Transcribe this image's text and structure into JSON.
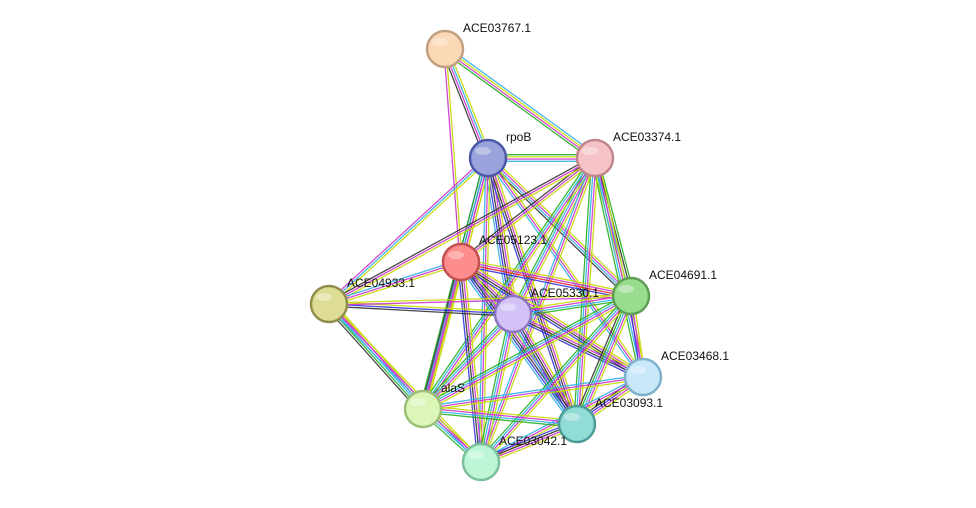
{
  "network": {
    "nodes": [
      {
        "id": "ACE03767.1",
        "label": "ACE03767.1",
        "fill": "#fbd8b6",
        "stroke": "#c0a080"
      },
      {
        "id": "rpoB",
        "label": "rpoB",
        "fill": "#9aa3dc",
        "stroke": "#4b57a8"
      },
      {
        "id": "ACE03374.1",
        "label": "ACE03374.1",
        "fill": "#f6c4c8",
        "stroke": "#c0868b"
      },
      {
        "id": "ACE05123.1",
        "label": "ACE05123.1",
        "fill": "#fd8c8c",
        "stroke": "#c25050"
      },
      {
        "id": "ACE04933.1",
        "label": "ACE04933.1",
        "fill": "#dedd96",
        "stroke": "#8f8e4a"
      },
      {
        "id": "ACE05330.1",
        "label": "ACE05330.1",
        "fill": "#d2c2f6",
        "stroke": "#8a76c0"
      },
      {
        "id": "ACE04691.1",
        "label": "ACE04691.1",
        "fill": "#98dc8e",
        "stroke": "#5ea053"
      },
      {
        "id": "ACE03468.1",
        "label": "ACE03468.1",
        "fill": "#c8e8fa",
        "stroke": "#7fb0cc"
      },
      {
        "id": "alaS",
        "label": "alaS",
        "fill": "#dcf6b8",
        "stroke": "#9cc07a"
      },
      {
        "id": "ACE03093.1",
        "label": "ACE03093.1",
        "fill": "#92dcd6",
        "stroke": "#4e9c96"
      },
      {
        "id": "ACE03042.1",
        "label": "ACE03042.1",
        "fill": "#bdf6d6",
        "stroke": "#7bc09c"
      }
    ],
    "edges": [
      {
        "a": "ACE03767.1",
        "b": "rpoB",
        "colors": [
          "#c8d800",
          "#30b0e8",
          "#cc33cc",
          "#333333"
        ]
      },
      {
        "a": "ACE03767.1",
        "b": "ACE03374.1",
        "colors": [
          "#30b0e8",
          "#c8d800",
          "#cc33cc",
          "#22b022"
        ]
      },
      {
        "a": "ACE03767.1",
        "b": "ACE05123.1",
        "colors": [
          "#c8d800",
          "#cc33cc"
        ]
      },
      {
        "a": "rpoB",
        "b": "ACE03374.1",
        "colors": [
          "#22b022",
          "#c8d800",
          "#cc33cc",
          "#30b0e8"
        ]
      },
      {
        "a": "rpoB",
        "b": "ACE05123.1",
        "colors": [
          "#c8d800",
          "#cc33cc",
          "#333333",
          "#3030dd"
        ]
      },
      {
        "a": "rpoB",
        "b": "ACE04933.1",
        "colors": [
          "#c8d800",
          "#30b0e8",
          "#cc33cc"
        ]
      },
      {
        "a": "rpoB",
        "b": "ACE05330.1",
        "colors": [
          "#c8d800",
          "#cc33cc",
          "#333333",
          "#3030dd",
          "#30b0e8"
        ]
      },
      {
        "a": "rpoB",
        "b": "ACE04691.1",
        "colors": [
          "#c8d800",
          "#cc33cc",
          "#30b0e8",
          "#333333"
        ]
      },
      {
        "a": "rpoB",
        "b": "ACE03468.1",
        "colors": [
          "#c8d800",
          "#cc33cc",
          "#30b0e8"
        ]
      },
      {
        "a": "rpoB",
        "b": "alaS",
        "colors": [
          "#c8d800",
          "#cc33cc",
          "#30b0e8",
          "#22b022"
        ]
      },
      {
        "a": "rpoB",
        "b": "ACE03093.1",
        "colors": [
          "#c8d800",
          "#cc33cc",
          "#333333",
          "#3030dd"
        ]
      },
      {
        "a": "rpoB",
        "b": "ACE03042.1",
        "colors": [
          "#c8d800",
          "#cc33cc",
          "#30b0e8"
        ]
      },
      {
        "a": "ACE03374.1",
        "b": "ACE05123.1",
        "colors": [
          "#c8d800",
          "#cc33cc",
          "#333333"
        ]
      },
      {
        "a": "ACE03374.1",
        "b": "ACE04933.1",
        "colors": [
          "#c8d800",
          "#cc33cc",
          "#333333"
        ]
      },
      {
        "a": "ACE03374.1",
        "b": "ACE05330.1",
        "colors": [
          "#c8d800",
          "#cc33cc",
          "#30b0e8",
          "#22b022"
        ]
      },
      {
        "a": "ACE03374.1",
        "b": "ACE04691.1",
        "colors": [
          "#22b022",
          "#333333",
          "#30b0e8",
          "#c8d800"
        ]
      },
      {
        "a": "ACE03374.1",
        "b": "ACE03468.1",
        "colors": [
          "#c8d800",
          "#cc33cc",
          "#30b0e8",
          "#22b022"
        ]
      },
      {
        "a": "ACE03374.1",
        "b": "alaS",
        "colors": [
          "#c8d800",
          "#cc33cc",
          "#30b0e8",
          "#22b022"
        ]
      },
      {
        "a": "ACE03374.1",
        "b": "ACE03093.1",
        "colors": [
          "#c8d800",
          "#cc33cc",
          "#30b0e8",
          "#22b022"
        ]
      },
      {
        "a": "ACE03374.1",
        "b": "ACE03042.1",
        "colors": [
          "#c8d800",
          "#cc33cc",
          "#30b0e8"
        ]
      },
      {
        "a": "ACE05123.1",
        "b": "ACE04933.1",
        "colors": [
          "#c8d800",
          "#cc33cc",
          "#30b0e8"
        ]
      },
      {
        "a": "ACE05123.1",
        "b": "ACE05330.1",
        "colors": [
          "#c8d800",
          "#cc33cc",
          "#333333",
          "#3030dd",
          "#30b0e8"
        ]
      },
      {
        "a": "ACE05123.1",
        "b": "ACE04691.1",
        "colors": [
          "#c8d800",
          "#cc33cc",
          "#ee2222",
          "#3030dd"
        ]
      },
      {
        "a": "ACE05123.1",
        "b": "ACE03468.1",
        "colors": [
          "#c8d800",
          "#cc33cc",
          "#333333",
          "#3030dd"
        ]
      },
      {
        "a": "ACE05123.1",
        "b": "alaS",
        "colors": [
          "#c8d800",
          "#cc33cc",
          "#333333"
        ]
      },
      {
        "a": "ACE05123.1",
        "b": "ACE03093.1",
        "colors": [
          "#c8d800",
          "#cc33cc",
          "#333333",
          "#3030dd",
          "#30b0e8"
        ]
      },
      {
        "a": "ACE05123.1",
        "b": "ACE03042.1",
        "colors": [
          "#c8d800",
          "#cc33cc",
          "#333333",
          "#3030dd"
        ]
      },
      {
        "a": "ACE04933.1",
        "b": "ACE05330.1",
        "colors": [
          "#c8d800",
          "#3030dd",
          "#333333"
        ]
      },
      {
        "a": "ACE04933.1",
        "b": "ACE04691.1",
        "colors": [
          "#c8d800",
          "#cc33cc"
        ]
      },
      {
        "a": "ACE04933.1",
        "b": "alaS",
        "colors": [
          "#c8d800",
          "#cc33cc",
          "#30b0e8",
          "#22b022",
          "#333333"
        ]
      },
      {
        "a": "ACE04933.1",
        "b": "ACE03042.1",
        "colors": [
          "#c8d800",
          "#cc33cc",
          "#30b0e8"
        ]
      },
      {
        "a": "ACE05330.1",
        "b": "ACE04691.1",
        "colors": [
          "#c8d800",
          "#cc33cc",
          "#30b0e8",
          "#22b022"
        ]
      },
      {
        "a": "ACE05330.1",
        "b": "ACE03468.1",
        "colors": [
          "#c8d800",
          "#cc33cc",
          "#333333",
          "#3030dd"
        ]
      },
      {
        "a": "ACE05330.1",
        "b": "alaS",
        "colors": [
          "#c8d800",
          "#cc33cc",
          "#30b0e8",
          "#22b022"
        ]
      },
      {
        "a": "ACE05330.1",
        "b": "ACE03093.1",
        "colors": [
          "#c8d800",
          "#cc33cc",
          "#333333",
          "#3030dd",
          "#30b0e8"
        ]
      },
      {
        "a": "ACE05330.1",
        "b": "ACE03042.1",
        "colors": [
          "#c8d800",
          "#cc33cc",
          "#30b0e8",
          "#22b022"
        ]
      },
      {
        "a": "ACE04691.1",
        "b": "ACE03468.1",
        "colors": [
          "#c8d800",
          "#cc33cc",
          "#3030dd"
        ]
      },
      {
        "a": "ACE04691.1",
        "b": "alaS",
        "colors": [
          "#c8d800",
          "#cc33cc",
          "#30b0e8",
          "#22b022"
        ]
      },
      {
        "a": "ACE04691.1",
        "b": "ACE03093.1",
        "colors": [
          "#c8d800",
          "#cc33cc",
          "#30b0e8",
          "#22b022",
          "#333333"
        ]
      },
      {
        "a": "ACE04691.1",
        "b": "ACE03042.1",
        "colors": [
          "#c8d800",
          "#cc33cc",
          "#30b0e8",
          "#22b022"
        ]
      },
      {
        "a": "ACE03468.1",
        "b": "alaS",
        "colors": [
          "#c8d800",
          "#cc33cc",
          "#30b0e8"
        ]
      },
      {
        "a": "ACE03468.1",
        "b": "ACE03093.1",
        "colors": [
          "#c8d800",
          "#cc33cc",
          "#3030dd",
          "#333333"
        ]
      },
      {
        "a": "ACE03468.1",
        "b": "ACE03042.1",
        "colors": [
          "#c8d800",
          "#cc33cc",
          "#30b0e8"
        ]
      },
      {
        "a": "alaS",
        "b": "ACE03093.1",
        "colors": [
          "#c8d800",
          "#cc33cc",
          "#30b0e8",
          "#22b022"
        ]
      },
      {
        "a": "alaS",
        "b": "ACE03042.1",
        "colors": [
          "#c8d800",
          "#cc33cc",
          "#30b0e8",
          "#22b022"
        ]
      },
      {
        "a": "ACE03093.1",
        "b": "ACE03042.1",
        "colors": [
          "#c8d800",
          "#cc33cc",
          "#333333",
          "#3030dd"
        ]
      }
    ]
  }
}
